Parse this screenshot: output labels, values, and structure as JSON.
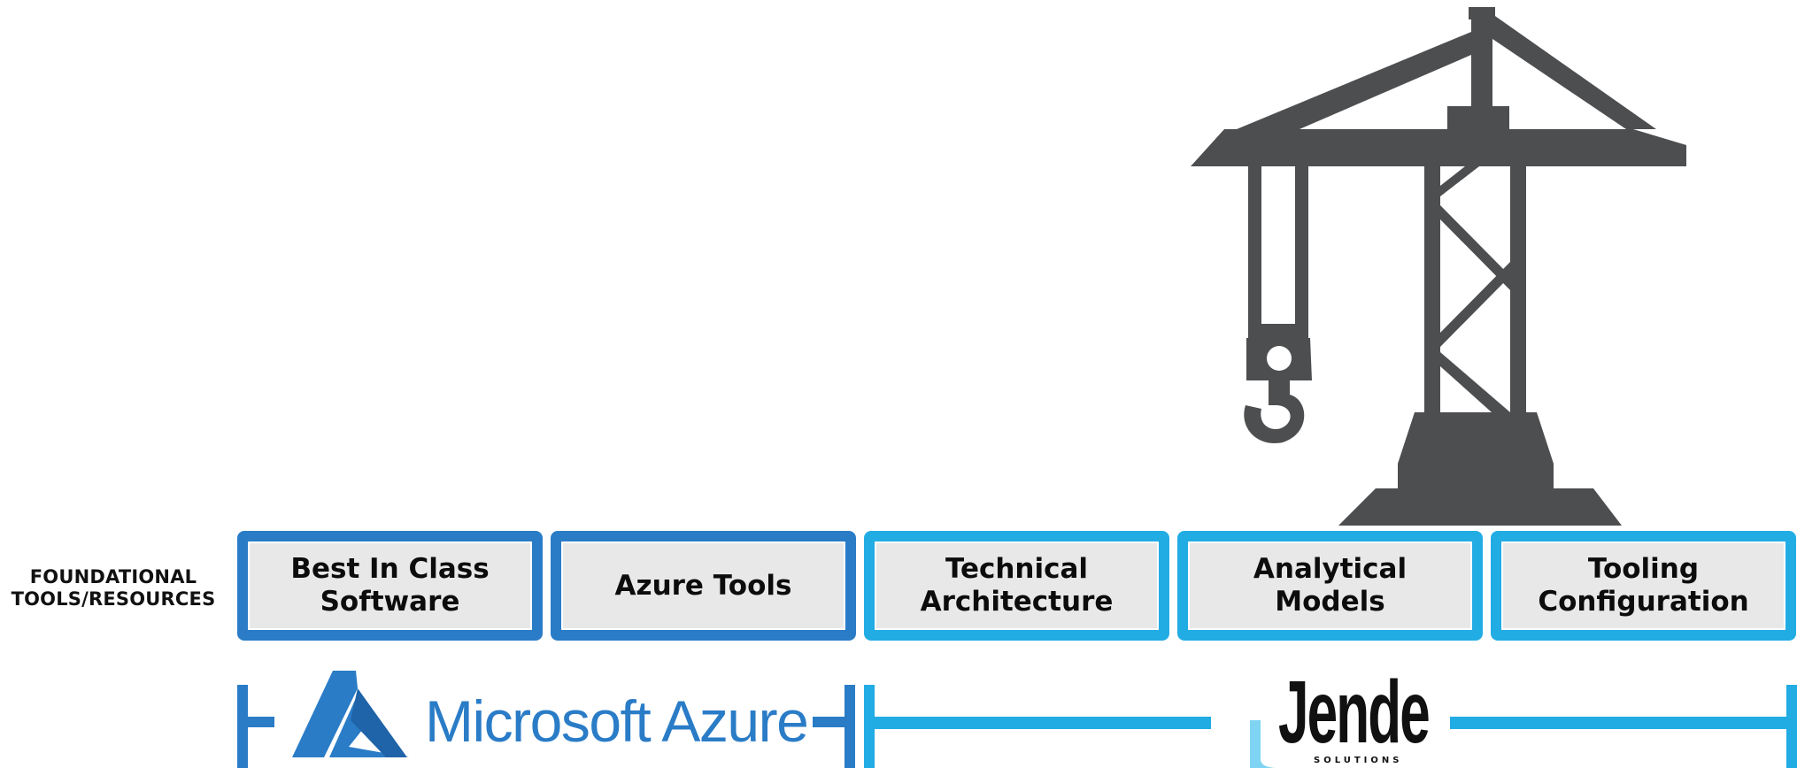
{
  "row_label": "FOUNDATIONAL\nTOOLS/RESOURCES",
  "boxes": [
    {
      "label": "Best In Class\nSoftware",
      "group": "azure"
    },
    {
      "label": "Azure Tools",
      "group": "azure"
    },
    {
      "label": "Technical\nArchitecture",
      "group": "jende"
    },
    {
      "label": "Analytical\nModels",
      "group": "jende"
    },
    {
      "label": "Tooling\nConfiguration",
      "group": "jende"
    }
  ],
  "groups": {
    "azure": {
      "name": "Microsoft Azure",
      "color": "#2a7cc7"
    },
    "jende": {
      "name": "Jende",
      "tagline": "SOLUTIONS",
      "color": "#22ace4"
    }
  },
  "colors": {
    "crane": "#4d4e50",
    "box_fill": "#e8e8e8",
    "text": "#0c0c0c"
  }
}
